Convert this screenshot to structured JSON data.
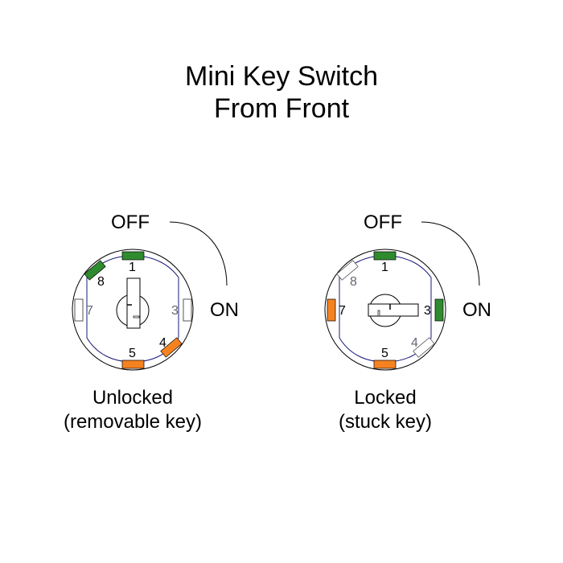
{
  "title": {
    "line1": "Mini Key Switch",
    "line2": "From Front"
  },
  "colors": {
    "green_pad": "#2e8b2e",
    "orange_pad": "#f58220",
    "inner_path": "#1a1a7a",
    "outline": "#000000",
    "faint_label": "#666677"
  },
  "switches": [
    {
      "id": "unlocked",
      "position_labels": {
        "off": "OFF",
        "on": "ON"
      },
      "caption": {
        "line1": "Unlocked",
        "line2": "(removable key)"
      },
      "key_orientation": "vertical",
      "pins": [
        {
          "number": "1",
          "state": "green"
        },
        {
          "number": "3",
          "state": "empty"
        },
        {
          "number": "4",
          "state": "orange"
        },
        {
          "number": "5",
          "state": "orange"
        },
        {
          "number": "7",
          "state": "empty"
        },
        {
          "number": "8",
          "state": "green"
        }
      ]
    },
    {
      "id": "locked",
      "position_labels": {
        "off": "OFF",
        "on": "ON"
      },
      "caption": {
        "line1": "Locked",
        "line2": "(stuck key)"
      },
      "key_orientation": "horizontal",
      "pins": [
        {
          "number": "1",
          "state": "green"
        },
        {
          "number": "3",
          "state": "green"
        },
        {
          "number": "4",
          "state": "empty"
        },
        {
          "number": "5",
          "state": "orange"
        },
        {
          "number": "7",
          "state": "orange"
        },
        {
          "number": "8",
          "state": "empty"
        }
      ]
    }
  ]
}
